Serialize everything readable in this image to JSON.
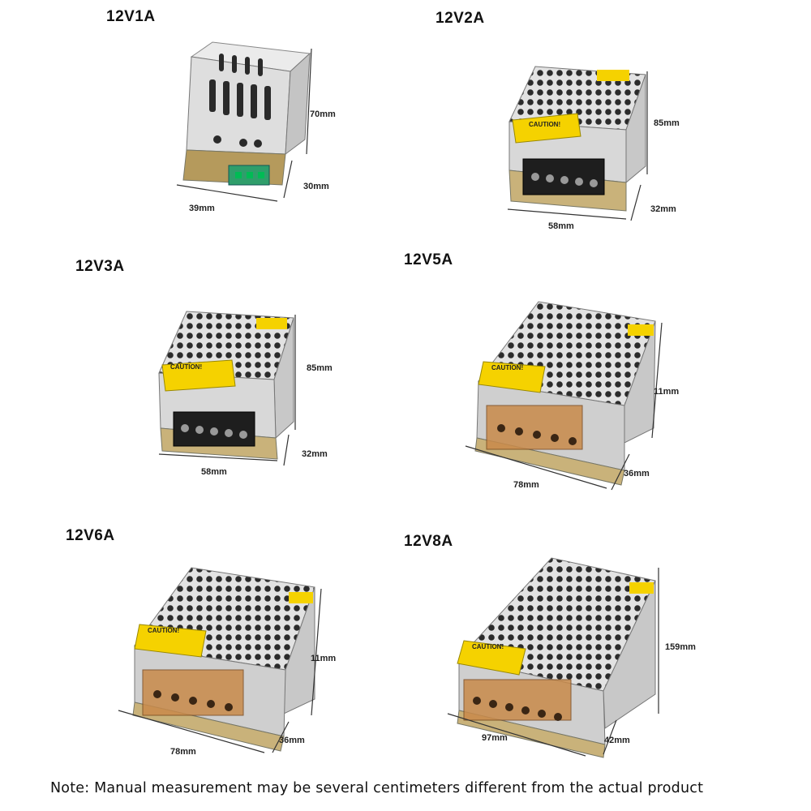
{
  "products": [
    {
      "title": "12V1A",
      "height": "70mm",
      "depth": "30mm",
      "width": "39mm",
      "style": "slots"
    },
    {
      "title": "12V2A",
      "height": "85mm",
      "depth": "32mm",
      "width": "58mm",
      "style": "mesh"
    },
    {
      "title": "12V3A",
      "height": "85mm",
      "depth": "32mm",
      "width": "58mm",
      "style": "mesh"
    },
    {
      "title": "12V5A",
      "height": "11mm",
      "depth": "36mm",
      "width": "78mm",
      "style": "mesh-cover"
    },
    {
      "title": "12V6A",
      "height": "11mm",
      "depth": "36mm",
      "width": "78mm",
      "style": "mesh-cover"
    },
    {
      "title": "12V8A",
      "height": "159mm",
      "depth": "42mm",
      "width": "97mm",
      "style": "mesh-cover"
    }
  ],
  "label_text": "CAUTION!",
  "note": "Note: Manual measurement may be several centimeters different from the actual product",
  "colors": {
    "metal": "#d9d9d9",
    "label": "#f5d200",
    "terminal": "#222222",
    "cover": "#c98a4a",
    "pcb": "#c9b27a"
  }
}
